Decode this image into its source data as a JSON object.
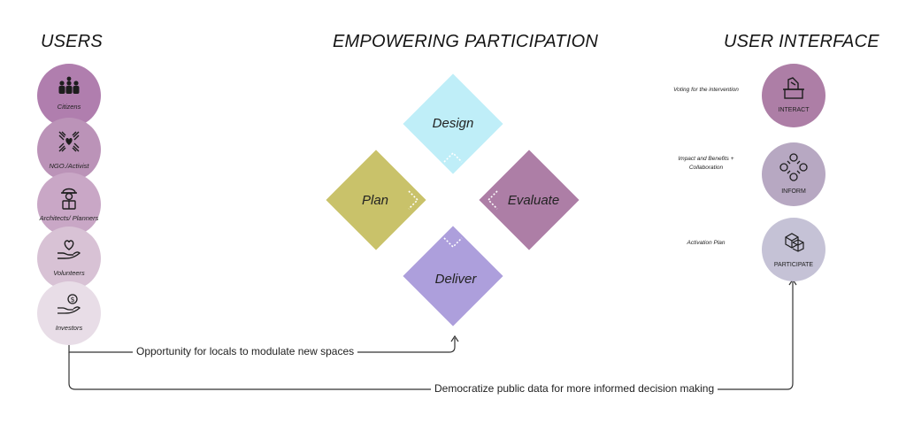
{
  "headings": {
    "users": "USERS",
    "empowering": "EMPOWERING PARTICIPATION",
    "user_interface": "USER INTERFACE"
  },
  "users": [
    {
      "label": "Citizens",
      "icon": "people-group-icon",
      "color": "#b07eae"
    },
    {
      "label": "NGO./Activist",
      "icon": "hands-heart-icon",
      "color": "#bb93b8"
    },
    {
      "label": "Architects/ Planners",
      "icon": "worker-helmet-icon",
      "color": "#c9a7c6"
    },
    {
      "label": "Volunteers",
      "icon": "hand-heart-icon",
      "color": "#d8c2d5"
    },
    {
      "label": "Investors",
      "icon": "hand-coin-icon",
      "color": "#e8dde7"
    }
  ],
  "stages": {
    "design": {
      "label": "Design",
      "color": "#bfeef8"
    },
    "plan": {
      "label": "Plan",
      "color": "#c9c26a"
    },
    "evaluate": {
      "label": "Evaluate",
      "color": "#ad7ea6"
    },
    "deliver": {
      "label": "Deliver",
      "color": "#ad9fdc"
    }
  },
  "interface": [
    {
      "label": "INTERACT",
      "note": "Voting for the intervention",
      "icon": "ballot-box-icon",
      "color": "#ad7ea6"
    },
    {
      "label": "INFORM",
      "note": "Impact and Benefits + Collaboration",
      "icon": "network-people-icon",
      "color": "#b7a8c2"
    },
    {
      "label": "PARTICIPATE",
      "note": "Activation Plan",
      "icon": "cubes-icon",
      "color": "#c5c2d6"
    }
  ],
  "flows": {
    "locals": "Opportunity for locals to modulate new spaces",
    "data": "Democratize public data for more informed decision making"
  }
}
